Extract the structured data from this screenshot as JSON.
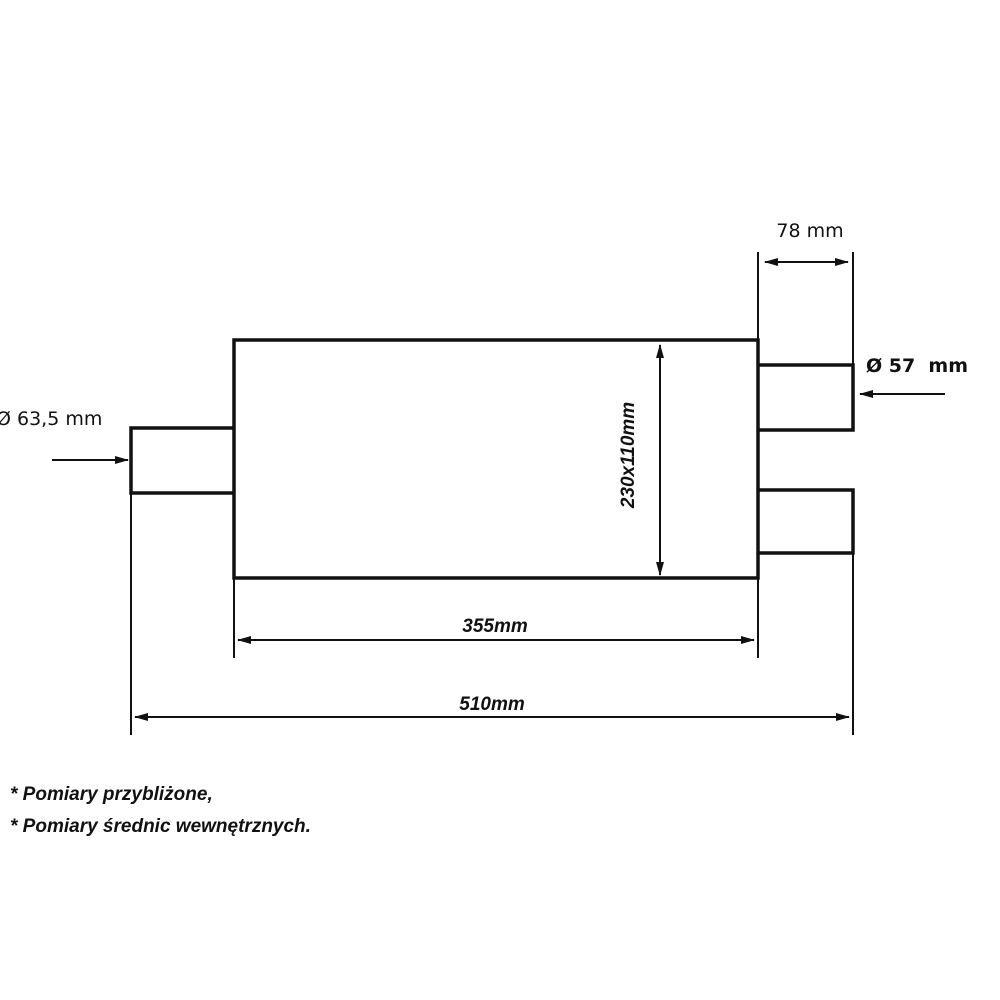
{
  "dimensions": {
    "outlet_pipe_length": "78 mm",
    "outlet_diameter": "Ø 57  mm",
    "inlet_diameter": "Ø 63,5 mm",
    "body_cross_section": "230x110mm",
    "body_length": "355mm",
    "total_length": "510mm"
  },
  "notes": [
    "* Pomiary przybliżone,",
    "* Pomiary średnic wewnętrznych."
  ]
}
